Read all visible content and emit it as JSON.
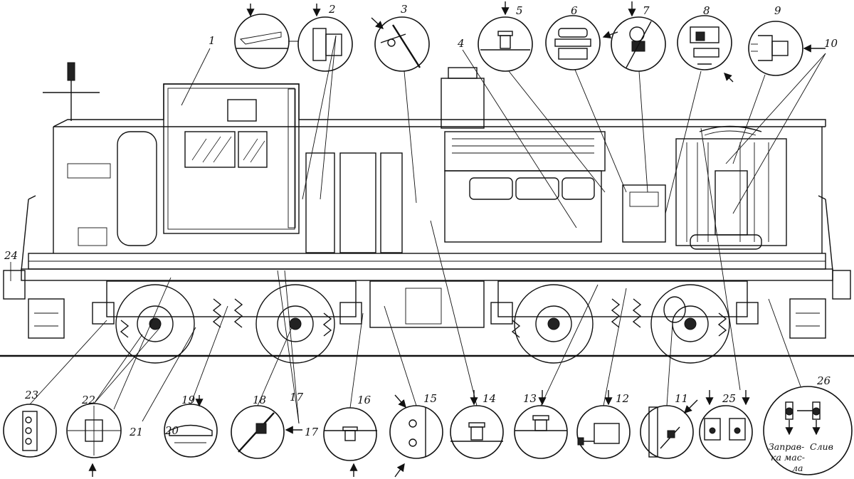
{
  "diagram": {
    "callouts": [
      {
        "id": "c1",
        "label": "1"
      },
      {
        "id": "c2",
        "label": "2"
      },
      {
        "id": "c3",
        "label": "3"
      },
      {
        "id": "c4",
        "label": "4"
      },
      {
        "id": "c5",
        "label": "5"
      },
      {
        "id": "c6",
        "label": "6"
      },
      {
        "id": "c7",
        "label": "7"
      },
      {
        "id": "c8",
        "label": "8"
      },
      {
        "id": "c9",
        "label": "9"
      },
      {
        "id": "c10",
        "label": "10"
      },
      {
        "id": "c11",
        "label": "11"
      },
      {
        "id": "c12",
        "label": "12"
      },
      {
        "id": "c13",
        "label": "13"
      },
      {
        "id": "c14",
        "label": "14"
      },
      {
        "id": "c15",
        "label": "15"
      },
      {
        "id": "c16",
        "label": "16"
      },
      {
        "id": "c17a",
        "label": "17"
      },
      {
        "id": "c17b",
        "label": "17"
      },
      {
        "id": "c18",
        "label": "18"
      },
      {
        "id": "c19",
        "label": "19"
      },
      {
        "id": "c20",
        "label": "20"
      },
      {
        "id": "c21",
        "label": "21"
      },
      {
        "id": "c22",
        "label": "22"
      },
      {
        "id": "c23",
        "label": "23"
      },
      {
        "id": "c24",
        "label": "24"
      },
      {
        "id": "c25",
        "label": "25"
      },
      {
        "id": "c26",
        "label": "26"
      }
    ],
    "captions": {
      "refill_line1": "Заправ-",
      "refill_line2": "ка мас-",
      "refill_line3": "ла",
      "drain": "Слив"
    }
  }
}
